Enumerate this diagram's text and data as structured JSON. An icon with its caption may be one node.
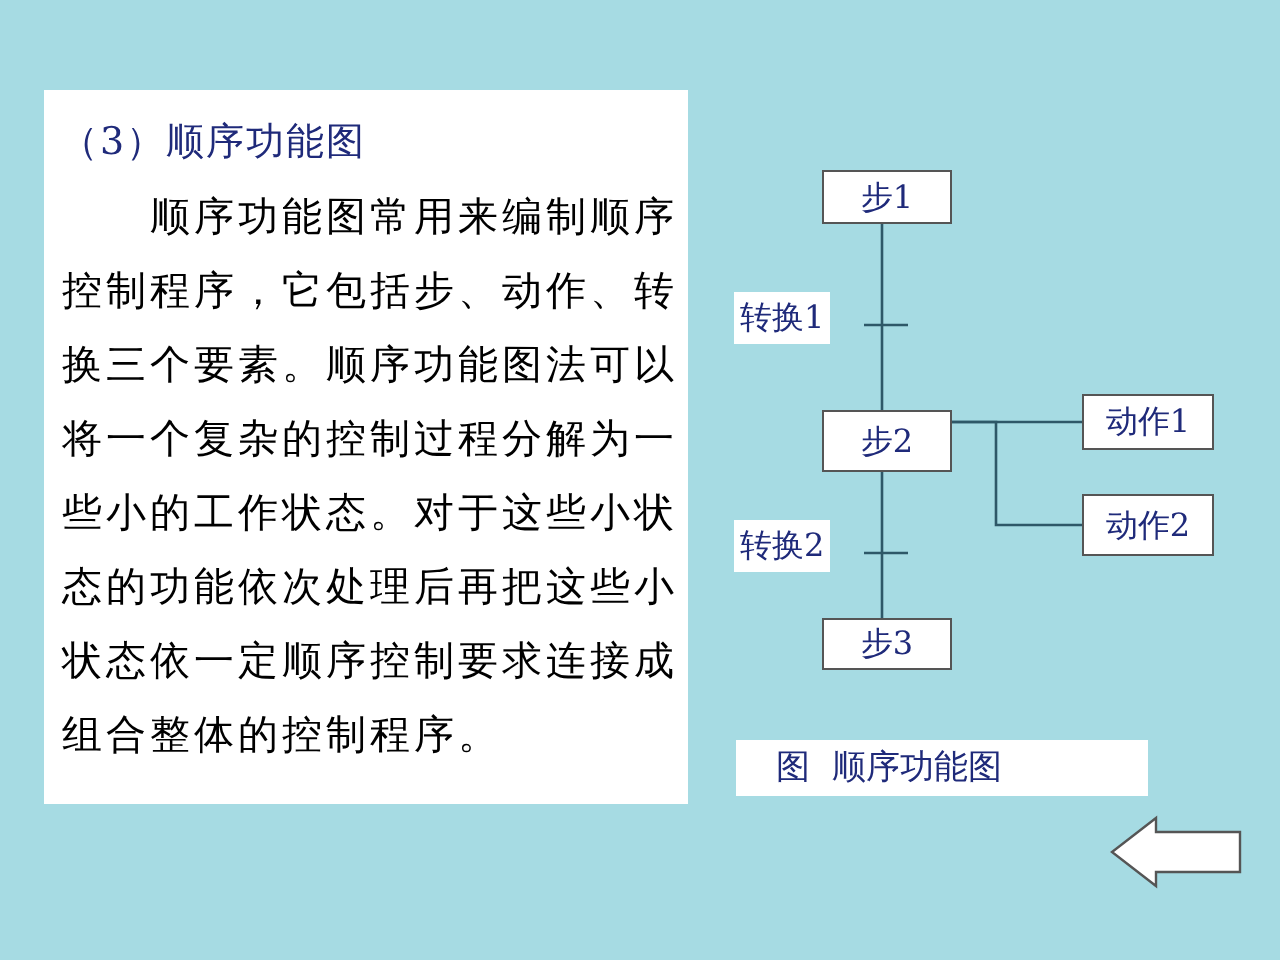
{
  "diagram": {
    "title": "（3）顺序功能图",
    "caption": "图  顺序功能图",
    "nodes": [
      {
        "text": [
          "步1"
        ]
      },
      {
        "text": [
          "步2"
        ]
      },
      {
        "text": [
          "步3"
        ]
      },
      {
        "text": [
          "动作1"
        ]
      },
      {
        "text": [
          "动作2"
        ]
      }
    ],
    "edges": [
      {
        "from": 0,
        "to": 1,
        "arrow": "none",
        "label": "转换1"
      },
      {
        "from": 1,
        "to": 2,
        "arrow": "none",
        "label": "转换2"
      },
      {
        "from": 1,
        "to": 3,
        "arrow": "none"
      },
      {
        "from": 1,
        "to": 4,
        "arrow": "none"
      }
    ],
    "labels": [
      "顺序功能图常用来编制顺序控制程序，它包括步、动作、转换三个要素。顺序功能图法可以将一个复杂的控制过程分解为一些小的工作状态。对于这些小状态的功能依次处理后再把这些小状态依一定顺序控制要求连接成组合整体的控制程序。"
    ]
  }
}
